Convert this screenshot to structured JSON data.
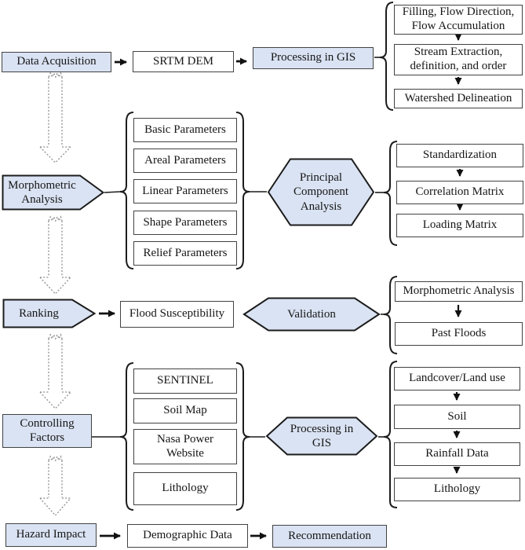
{
  "colors": {
    "node_fill": "#dae3f3",
    "box_fill": "#ffffff",
    "line": "#1c1c1c",
    "dotted_arrow": "#8e8e8e"
  },
  "flow": {
    "acquisition": {
      "node": "Data Acquisition",
      "dem": "SRTM DEM",
      "gis": "Processing in GIS",
      "gis_steps": [
        "Filling, Flow Direction, Flow Accumulation",
        "Stream Extraction, definition, and order",
        "Watershed Delineation"
      ]
    },
    "morphometric": {
      "node": "Morphometric Analysis",
      "parameters": [
        "Basic Parameters",
        "Areal Parameters",
        "Linear Parameters",
        "Shape Parameters",
        "Relief Parameters"
      ],
      "pca": "Principal Component Analysis",
      "pca_steps": [
        "Standardization",
        "Correlation Matrix",
        "Loading Matrix"
      ]
    },
    "ranking": {
      "node": "Ranking",
      "output": "Flood Susceptibility",
      "validation": "Validation",
      "validation_sources": [
        "Morphometric Analysis",
        "Past Floods"
      ]
    },
    "controlling": {
      "node": "Controlling Factors",
      "data_sources": [
        "SENTINEL",
        "Soil Map",
        "Nasa Power Website",
        "Lithology"
      ],
      "gis": "Processing in GIS",
      "layers": [
        "Landcover/Land use",
        "Soil",
        "Rainfall Data",
        "Lithology"
      ]
    },
    "impact": {
      "node": "Hazard Impact",
      "data": "Demographic Data",
      "result": "Recommendation"
    }
  }
}
